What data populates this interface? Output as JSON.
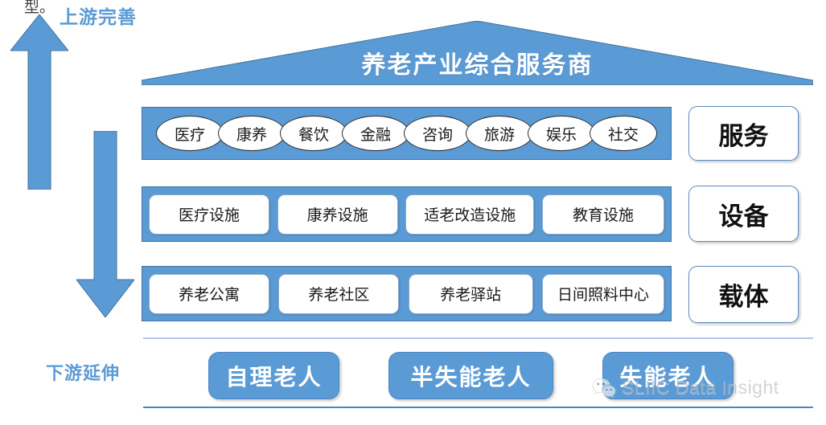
{
  "page": {
    "cut_off_text": "型。",
    "roof_title": "养老产业综合服务商"
  },
  "arrows": {
    "up_label": "上游完善",
    "down_label": "下游延伸",
    "up_icon": "arrow-up-icon",
    "down_icon": "arrow-down-icon"
  },
  "rows": [
    {
      "key": "services",
      "category": "服务",
      "shape": "ellipse",
      "items": [
        "医疗",
        "康养",
        "餐饮",
        "金融",
        "咨询",
        "旅游",
        "娱乐",
        "社交"
      ]
    },
    {
      "key": "equipment",
      "category": "设备",
      "shape": "rect",
      "items": [
        "医疗设施",
        "康养设施",
        "适老改造设施",
        "教育设施"
      ]
    },
    {
      "key": "carrier",
      "category": "载体",
      "shape": "rect",
      "items": [
        "养老公寓",
        "养老社区",
        "养老驿站",
        "日间照料中心"
      ]
    }
  ],
  "elders": [
    "自理老人",
    "半失能老人",
    "失能老人"
  ],
  "watermark": {
    "text": "SLIIC Data Insight",
    "icon": "wechat-icon"
  },
  "colors": {
    "brand_blue": "#5B9BD5",
    "border_blue": "#41719C",
    "divider_light": "#AFCBEA",
    "divider_dark": "#4A86C5",
    "box_white": "#FFFFFF",
    "text_dark": "#1A1A1A"
  }
}
